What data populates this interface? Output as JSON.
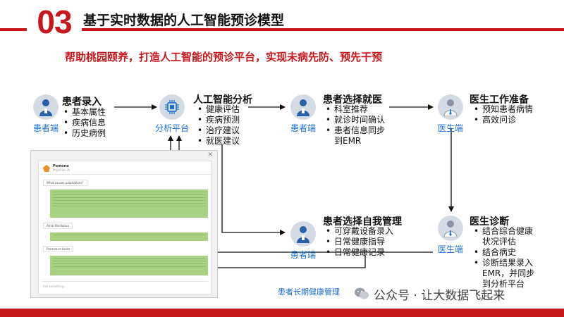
{
  "header": {
    "section_number": "03",
    "title": "基于实时数据的人工智能预诊模型",
    "subtitle": "帮助桃园颐养，打造人工智能的预诊平台，实现未病先防、预先干预"
  },
  "nodes": {
    "patient_entry": {
      "icon": "patient-icon",
      "label": "患者端",
      "title": "患者录入",
      "items": [
        "基本属性",
        "疾病信息",
        "历史病例"
      ]
    },
    "ai_analysis": {
      "icon": "chip-icon",
      "label": "分析平台",
      "title": "人工智能分析",
      "items": [
        "健康评估",
        "疾病预测",
        "治疗建议",
        "就医建议"
      ]
    },
    "patient_choose_visit": {
      "icon": "patient-icon",
      "label": "患者端",
      "title": "患者选择就医",
      "items": [
        "科室推荐",
        "就诊时间确认",
        "患者信息同步到EMR"
      ]
    },
    "doctor_prep": {
      "icon": "doctor-icon",
      "label": "医生端",
      "title": "医生工作准备",
      "items": [
        "预知患者病情",
        "高效问诊"
      ]
    },
    "patient_self_manage": {
      "icon": "patient-icon",
      "label": "患者端",
      "title": "患者选择自我管理",
      "items": [
        "可穿戴设备录入",
        "日常健康指导",
        "日常健康记录"
      ]
    },
    "doctor_diagnosis": {
      "icon": "doctor-icon",
      "label": "医生端",
      "title": "医生诊断",
      "items": [
        "结合综合健康状况评估",
        "结合病史",
        "诊断结果录入EMR，并同步到分析平台"
      ]
    }
  },
  "chat_screenshot": {
    "app_name": "Pomona",
    "app_sub": "Physician AI",
    "questions": [
      "What causes palpitations?",
      "Atrial fibrillation",
      "Premature beats"
    ],
    "input_placeholder": "Ask something..."
  },
  "long_term_label": "患者长期健康管理",
  "watermark": "公众号 · 让大数据飞起来",
  "colors": {
    "accent_red": "#c8161d",
    "node_blue": "#1a6fd1",
    "icon_bg": "#d5dbe4",
    "chat_answer_green": "#a9d184"
  }
}
